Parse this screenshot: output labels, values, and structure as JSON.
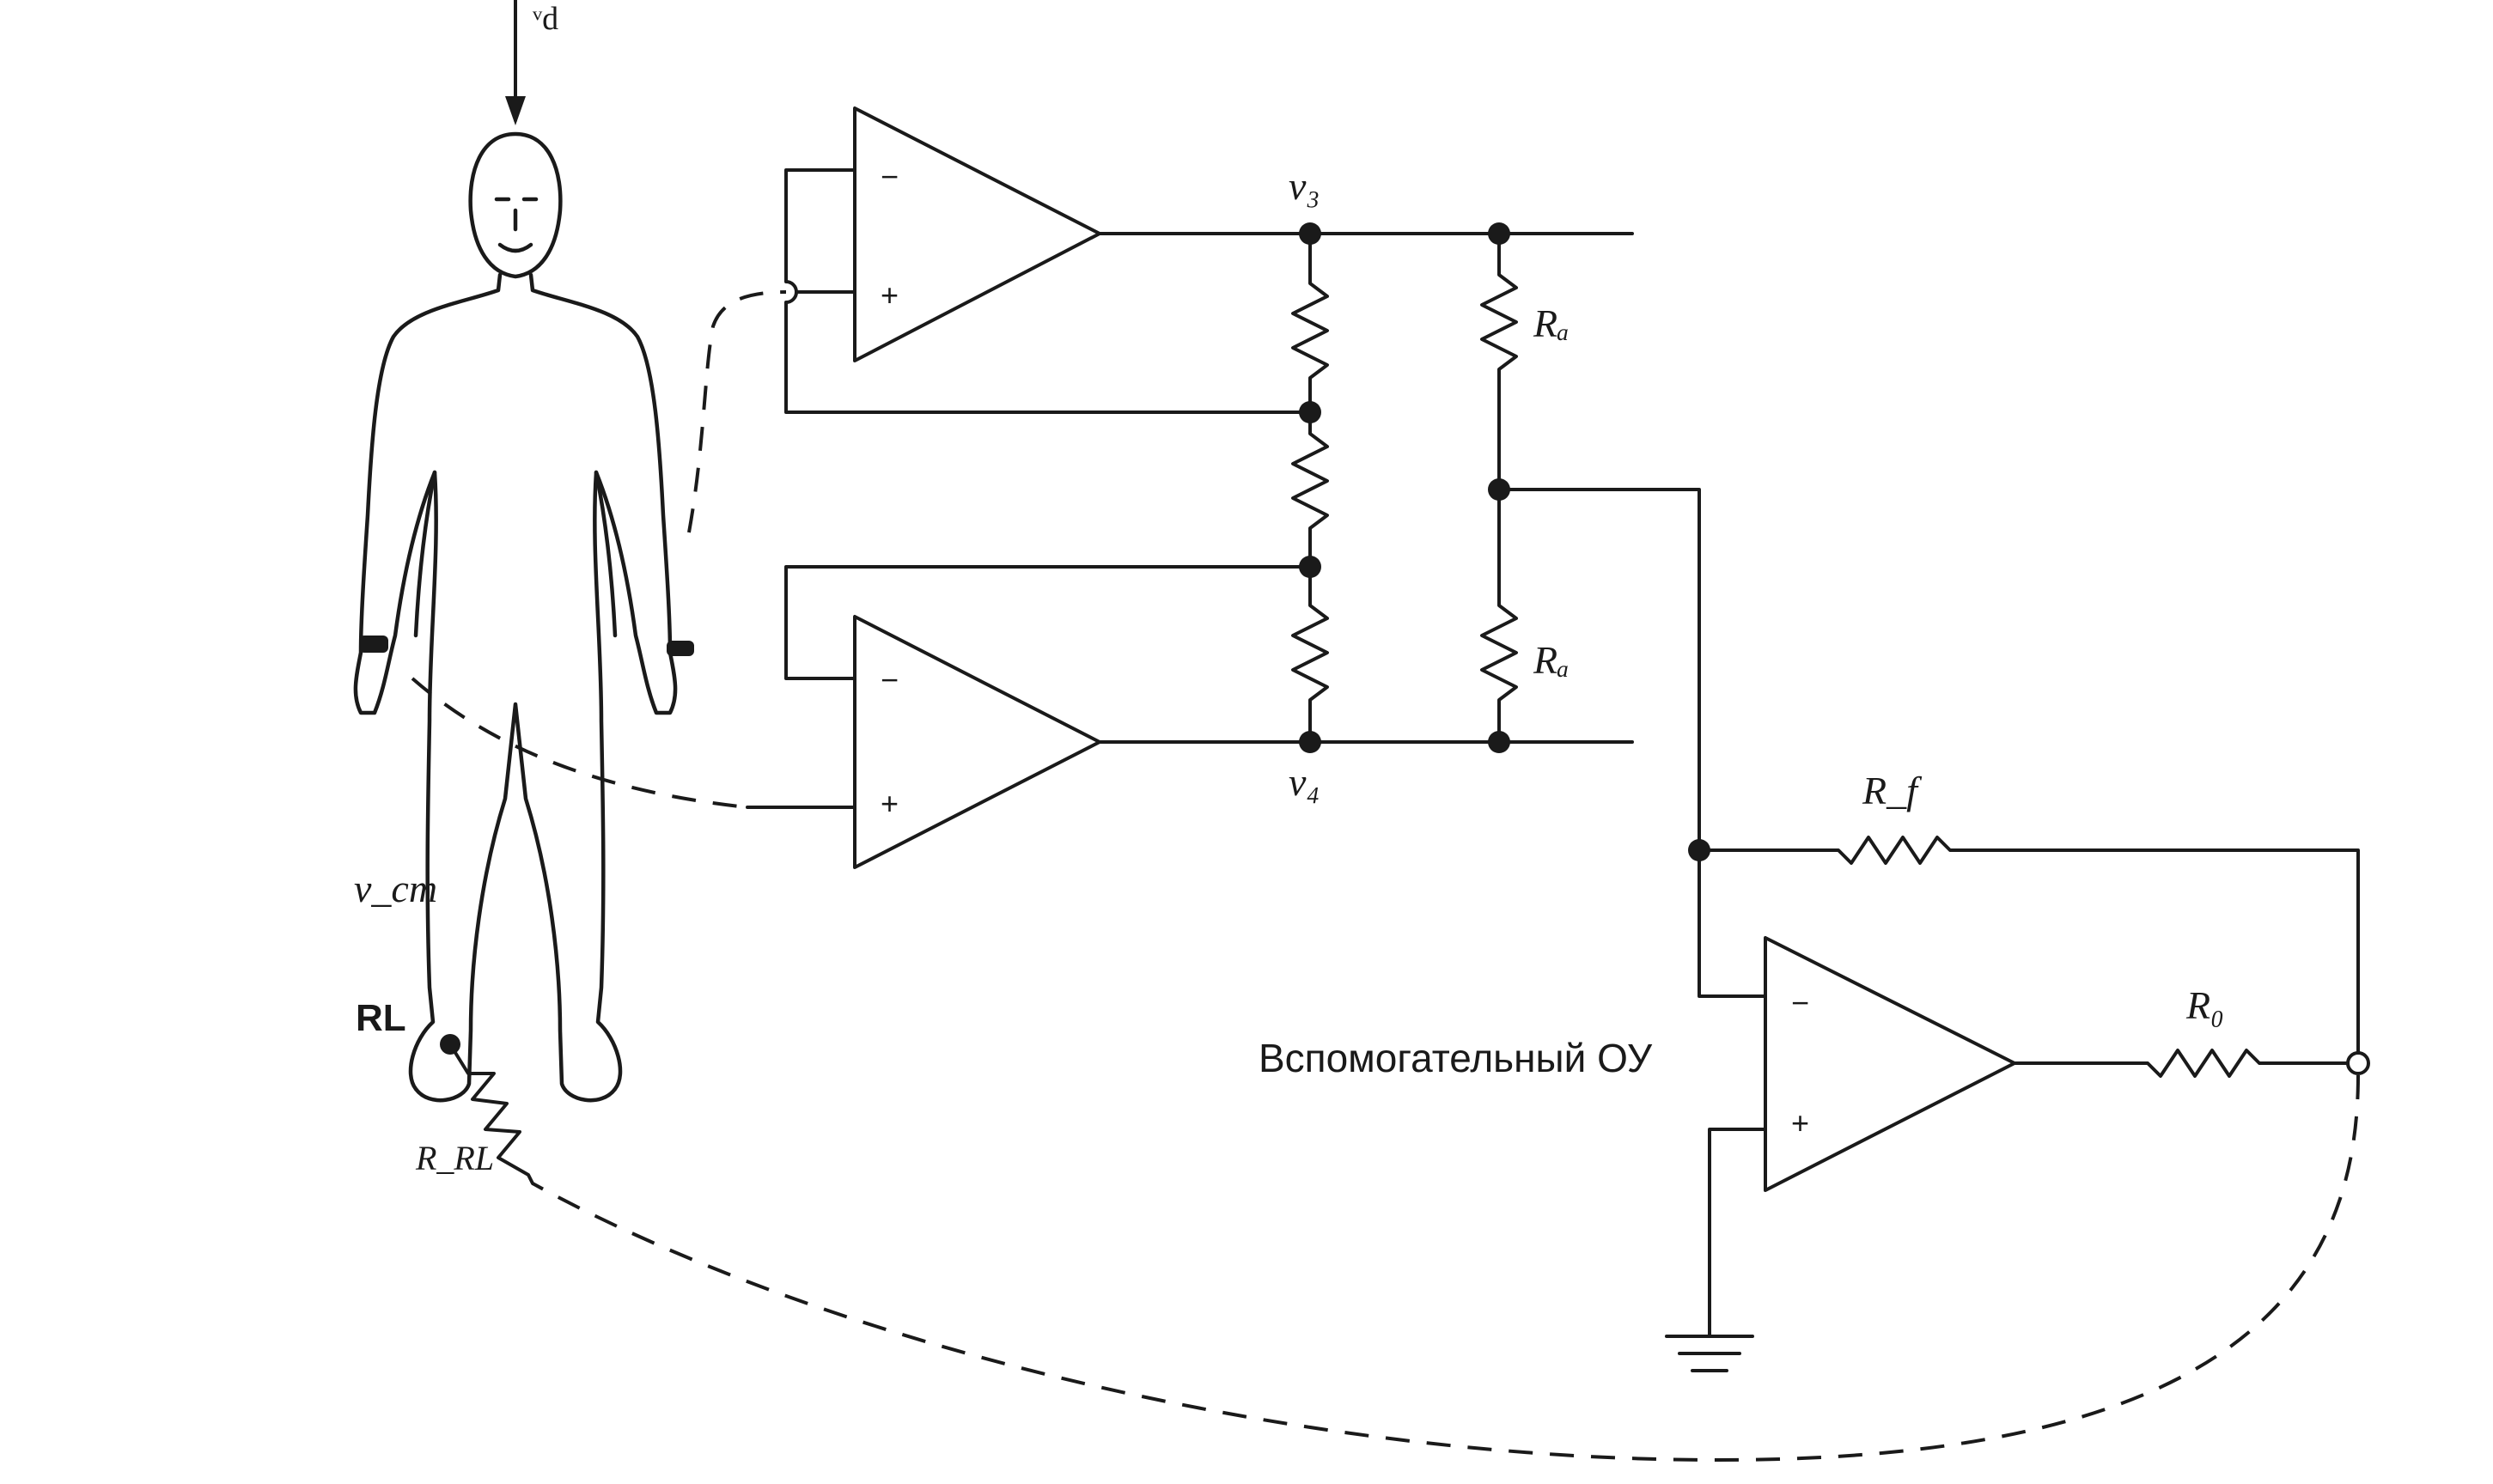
{
  "diagram": {
    "labels": {
      "vd_top": "ᵛd",
      "v3": "v₃",
      "v4": "v₄",
      "ra_top": "Rₐ",
      "ra_bottom": "Rₐ",
      "rf": "R_f",
      "ro": "R₀",
      "vcm": "v_cm",
      "rl": "RL",
      "rrl": "R_RL",
      "aux_opamp": "Вспомогательный ОУ",
      "minus": "−",
      "plus": "+"
    }
  }
}
